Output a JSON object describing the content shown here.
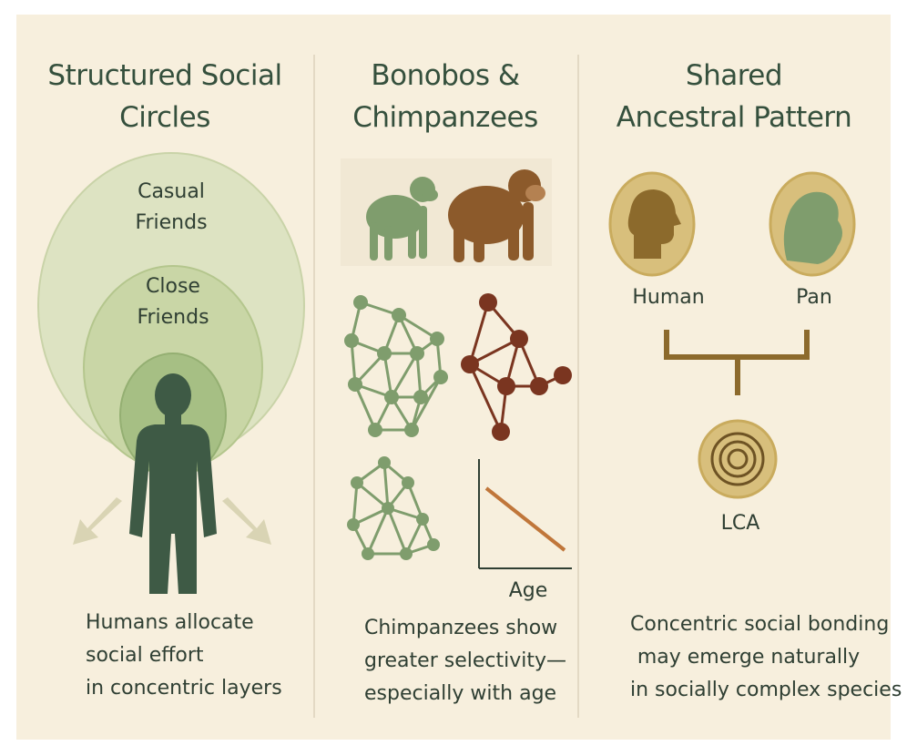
{
  "panels": [
    {
      "title": [
        "Structured Social",
        "Circles"
      ],
      "circle_labels": {
        "outer": [
          "Casual",
          "Friends"
        ],
        "middle": [
          "Close",
          "Friends"
        ]
      },
      "caption": [
        "Humans allocate",
        "social effort",
        "in concentric layers"
      ]
    },
    {
      "title": [
        "Bonobos &",
        "Chimpanzees"
      ],
      "axis_label": "Age",
      "caption": [
        "Chimpanzees show",
        "greater selectivity—",
        "especially with age"
      ]
    },
    {
      "title": [
        "Shared",
        "Ancestral Pattern"
      ],
      "labels": {
        "left": "Human",
        "right": "Pan",
        "bottom": "LCA"
      },
      "caption": [
        "Concentric social bonding",
        "may emerge naturally",
        "in socially complex species"
      ]
    }
  ],
  "colors": {
    "background": "#f7efdd",
    "green_dark": "#3e5a45",
    "green_mid": "#7f9d6d",
    "brown": "#7a3520",
    "tan": "#d8bf7c",
    "ape_brown": "#8c5a2b"
  }
}
